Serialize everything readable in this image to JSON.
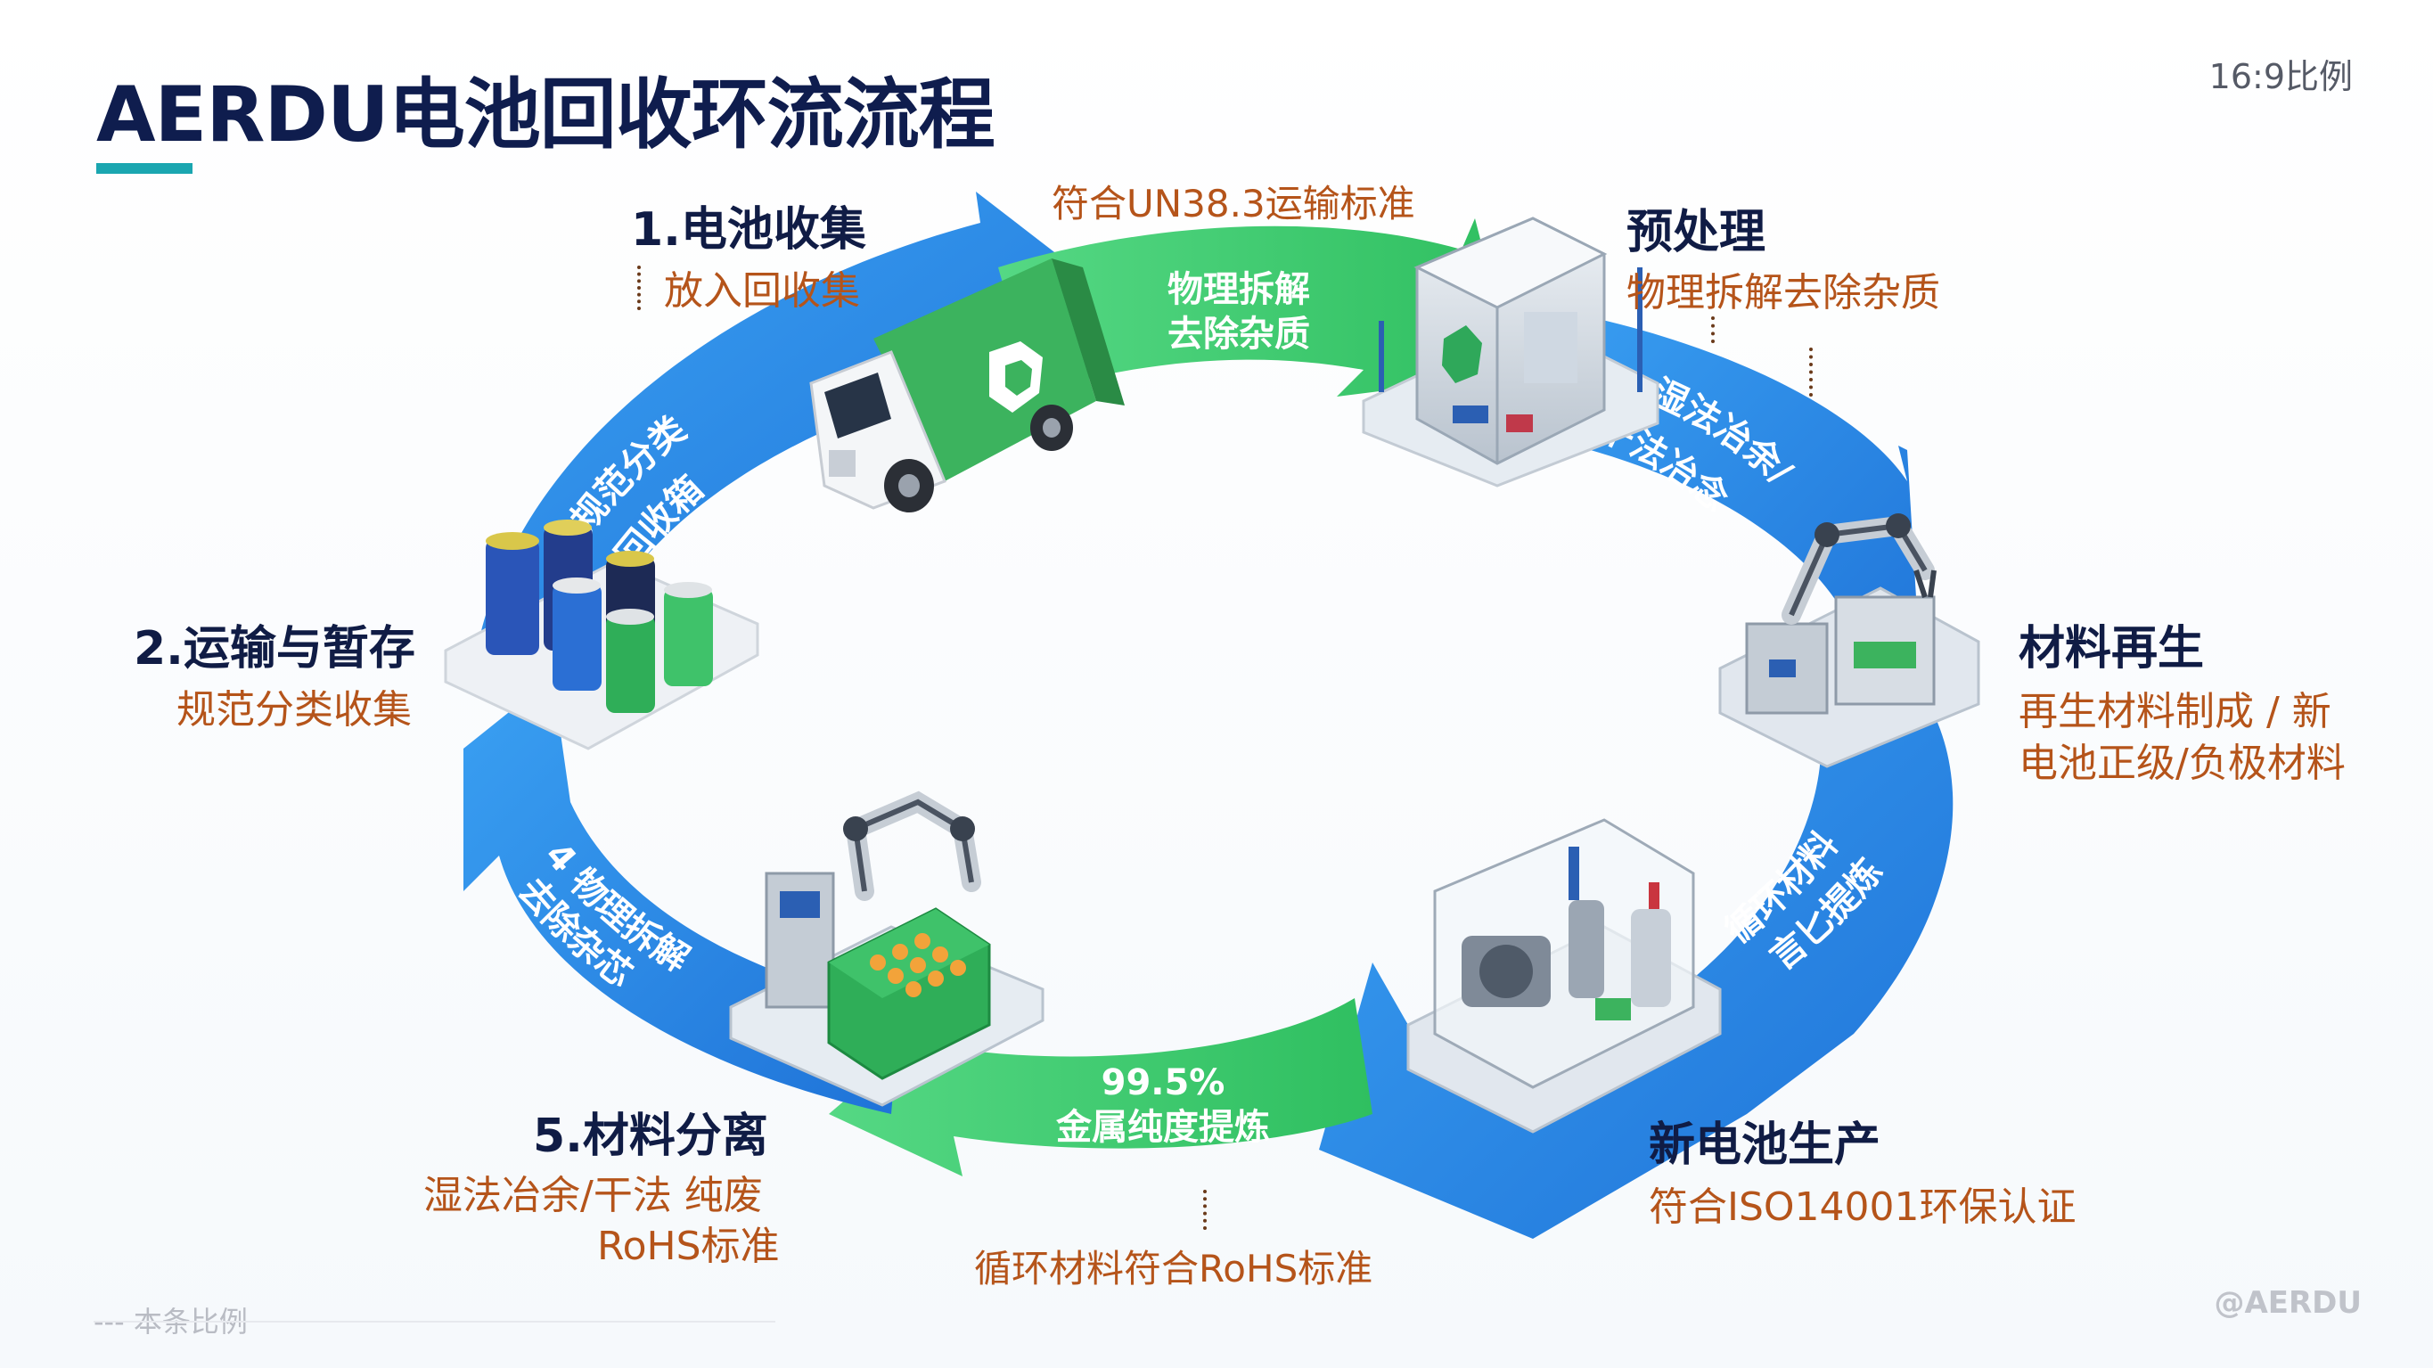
{
  "header": {
    "title": "AERDU电池回收环流流程",
    "ratio_label": "16:9比例"
  },
  "steps": [
    {
      "title": "1.电池收集",
      "desc": "放入回收集"
    },
    {
      "title": "预处理",
      "desc": "物理拆解去除杂质"
    },
    {
      "title": "2.运输与暂存",
      "desc": "规范分类收集"
    },
    {
      "title": "材料再生",
      "desc_line1": "再生材料制成 / 新",
      "desc_line2": "电池正级/负极材料"
    },
    {
      "title": "5.材料分离",
      "desc_line1": "湿法冶余/干法 纯废",
      "desc_line2": "RoHS标准"
    },
    {
      "title": "新电池生产",
      "desc": "符合ISO14001环保认证"
    }
  ],
  "notes": {
    "top": "符合UN38.3运输标准",
    "bottom": "循环材料符合RoHS标准"
  },
  "arrows": {
    "top": {
      "line1": "物理拆解",
      "line2": "去除杂质"
    },
    "upper_left": {
      "line1": "规范分类",
      "line2": "回收箱"
    },
    "upper_right": {
      "line1": "湿法冶余/",
      "line2": "干法冶念"
    },
    "lower_left": {
      "line1": "4 物理拆解",
      "line2": "去除杂芯"
    },
    "lower_right": {
      "line1": "循环材料",
      "line2": "言匕提炼"
    },
    "bottom": {
      "line1": "99.5%",
      "line2": "金属纯度提炼"
    }
  },
  "footer": {
    "left": "--- 本条比例",
    "right": "@AERDU"
  },
  "colors": {
    "blue": "#2f8ee8",
    "green": "#37cc6b",
    "title": "#0f1d4e",
    "accent_teal": "#1aa6b0",
    "desc_orange": "#b5541a"
  }
}
